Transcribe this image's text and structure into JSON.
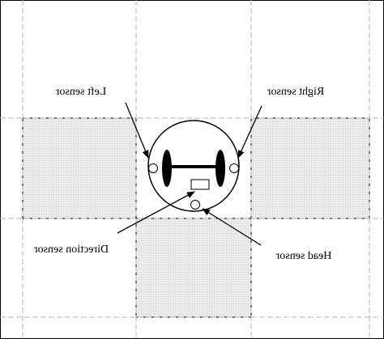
{
  "diagram": {
    "labels": {
      "left_sensor": "Left sensor",
      "right_sensor": "Right sensor",
      "direction_sensor": "Direction sensor",
      "head_sensor": "Head sensor"
    },
    "mirrored": true,
    "colors": {
      "grid_line": "#b4b4b4",
      "cell_fill": "#ececec",
      "stroke": "#000000",
      "background": "#ffffff"
    }
  }
}
